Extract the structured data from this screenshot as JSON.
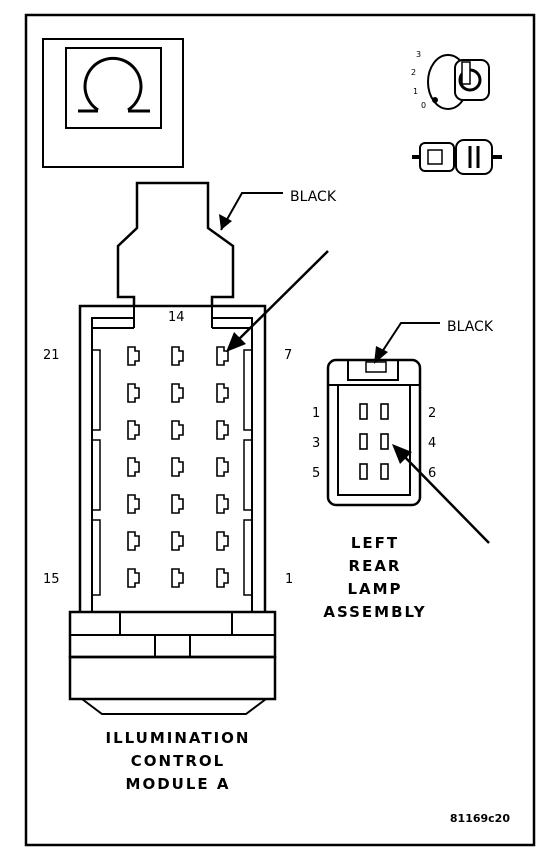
{
  "illumination_module": {
    "wire_color": "BLACK",
    "pin_top": "14",
    "pin_top_left": "21",
    "pin_top_right": "7",
    "pin_bottom_left": "15",
    "pin_bottom_right": "1",
    "caption": [
      "ILLUMINATION",
      "CONTROL",
      "MODULE A"
    ]
  },
  "rear_lamp": {
    "wire_color": "BLACK",
    "pins": [
      "1",
      "2",
      "3",
      "4",
      "5",
      "6"
    ],
    "caption": [
      "LEFT",
      "REAR",
      "LAMP",
      "ASSEMBLY"
    ]
  },
  "figure_code": "81169c20",
  "icons": [
    "omega-symbol-icon",
    "ignition-key-icon",
    "connector-plug-icon"
  ]
}
